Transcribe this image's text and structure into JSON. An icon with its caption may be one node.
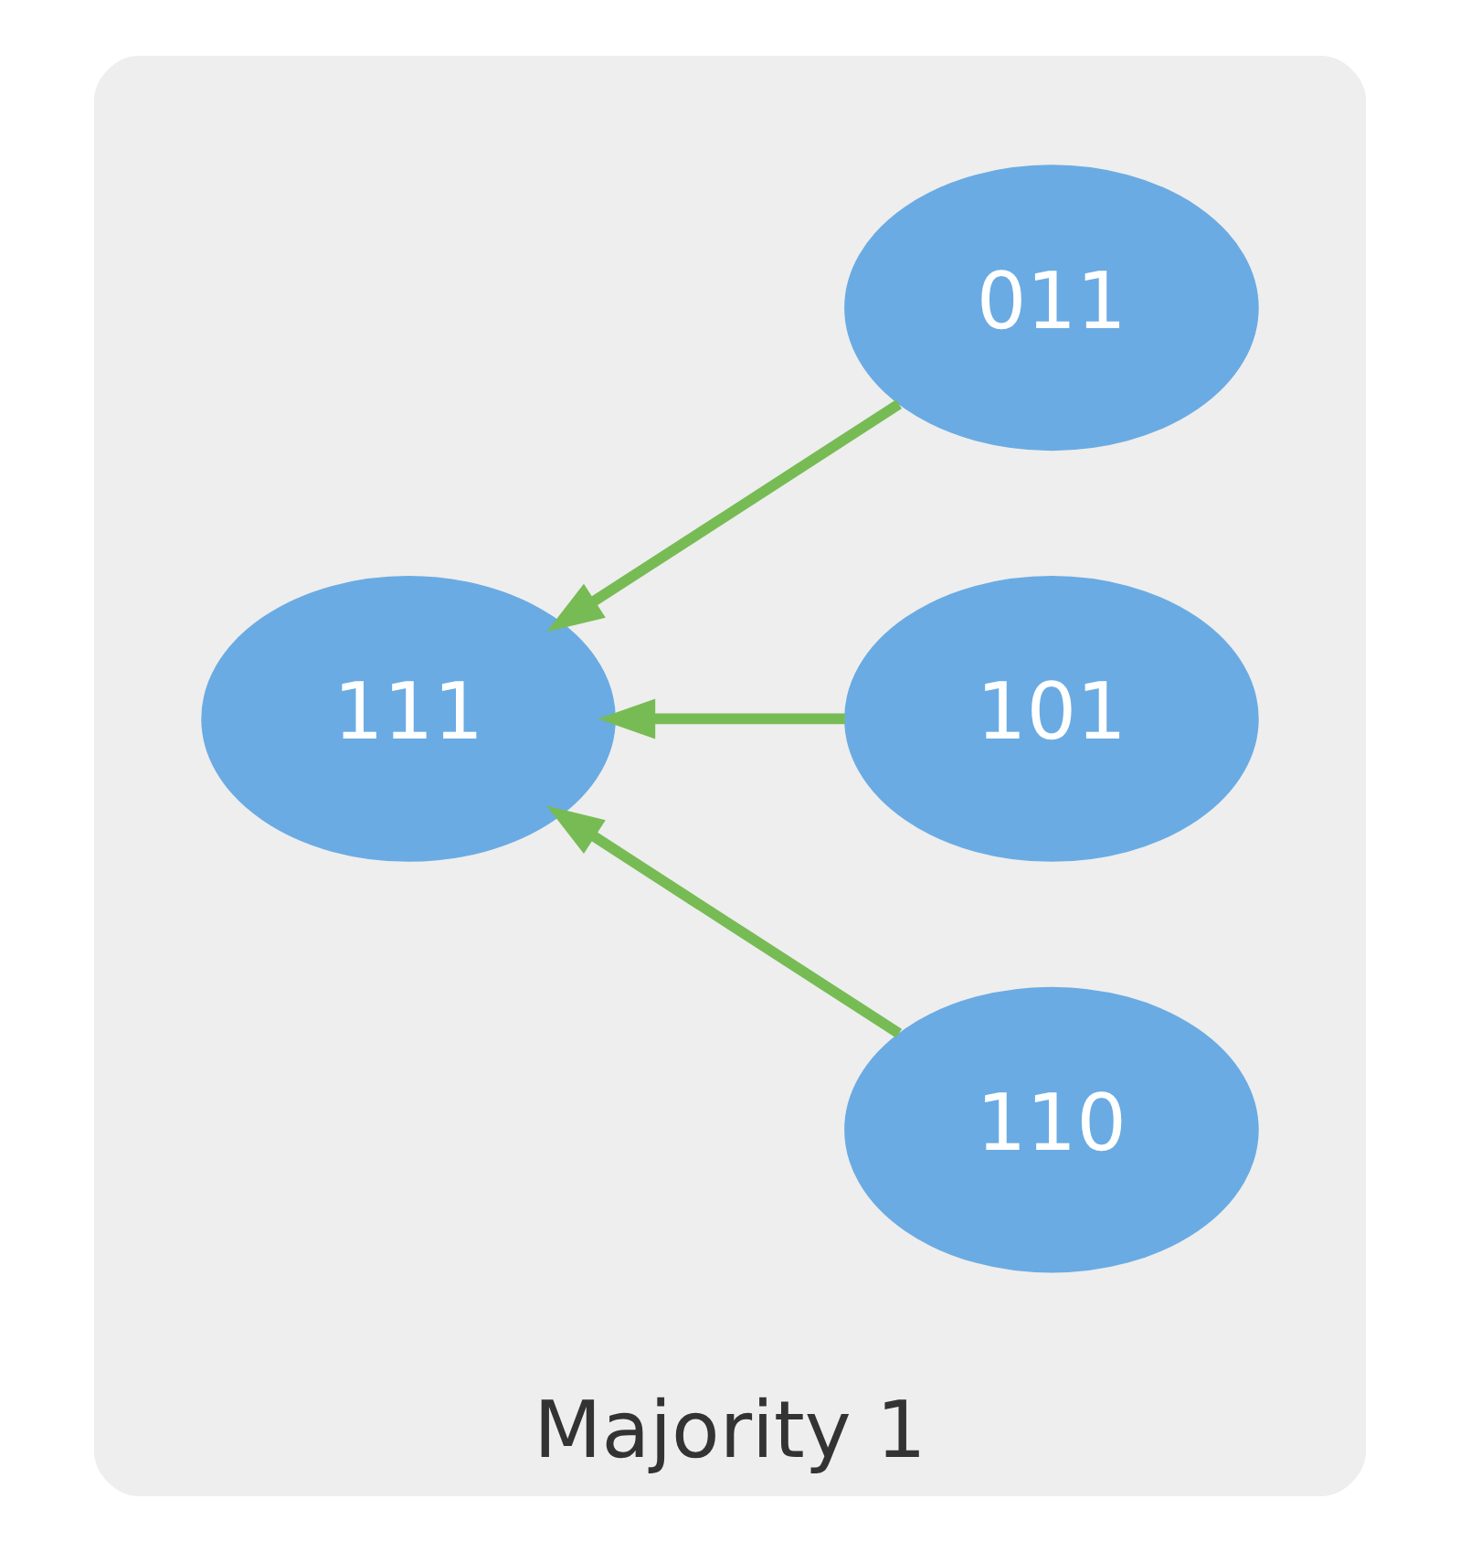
{
  "diagram": {
    "nodes": [
      {
        "text": [
          "Majority 1"
        ]
      },
      {
        "text": [
          "011"
        ],
        "in": 0
      },
      {
        "text": [
          "101"
        ],
        "in": 0
      },
      {
        "text": [
          "111"
        ],
        "in": 0
      },
      {
        "text": [
          "110"
        ],
        "in": 0
      }
    ],
    "edges": [
      {
        "from": 1,
        "to": 3,
        "arrow": "to"
      },
      {
        "from": 2,
        "to": 3,
        "arrow": "to"
      },
      {
        "from": 4,
        "to": 3,
        "arrow": "to"
      }
    ]
  }
}
